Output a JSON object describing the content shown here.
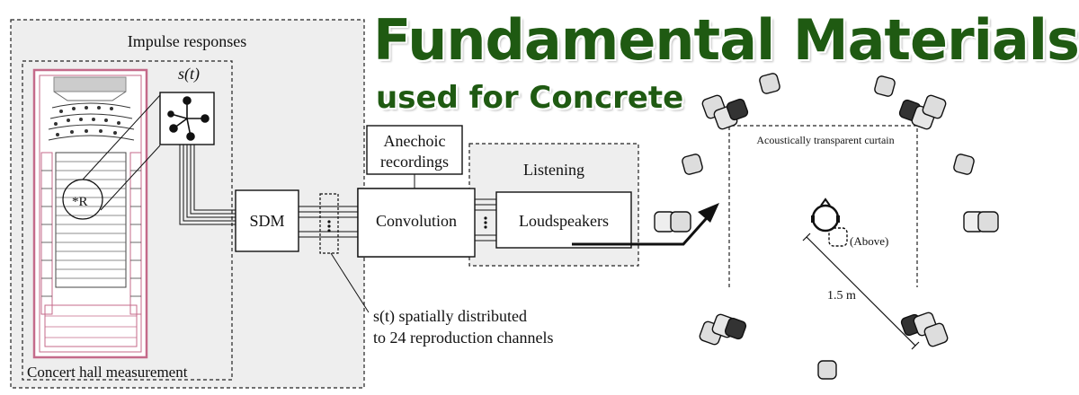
{
  "headline": {
    "main": "Fundamental Materials",
    "sub": "used for Concrete"
  },
  "diagram": {
    "impulse_responses_label": "Impulse responses",
    "s_of_t_label": "s(t)",
    "receiver_label": "*R",
    "concert_hall_label": "Concert hall measurement",
    "sdm_label": "SDM",
    "anechoic_label_line1": "Anechoic",
    "anechoic_label_line2": "recordings",
    "convolution_label": "Convolution",
    "listening_label": "Listening",
    "loudspeakers_label": "Loudspeakers",
    "distribution_note_line1": "s(t) spatially distributed",
    "distribution_note_line2": "to 24 reproduction channels",
    "curtain_label": "Acoustically transparent curtain",
    "above_label": "(Above)",
    "distance_label": "1.5 m"
  },
  "colors": {
    "headline_green": "#1f5a12",
    "hall_outline": "#c46a8a",
    "panel_fill": "#eeeeee"
  }
}
